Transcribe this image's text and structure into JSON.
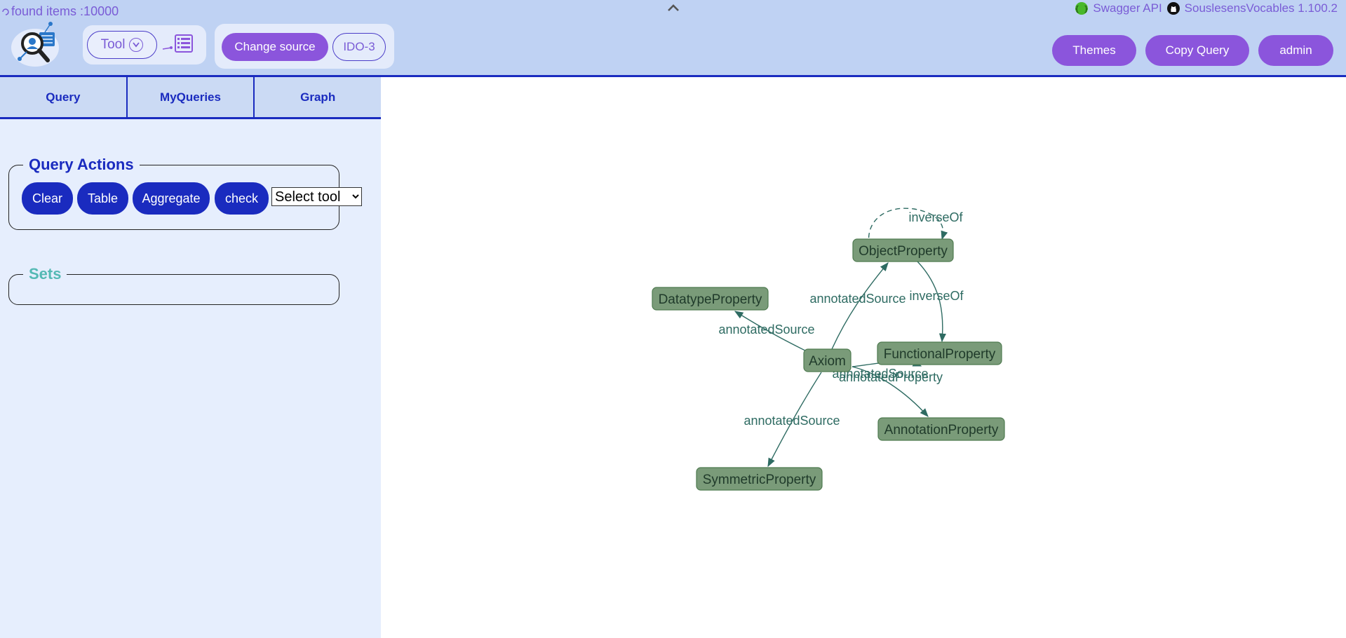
{
  "header": {
    "found_items": "found items :10000",
    "swagger_label": "Swagger API",
    "app_version": "SouslesensVocables 1.100.2",
    "tool_label": "Tool",
    "change_source_label": "Change source",
    "source_name": "IDO-3",
    "themes_label": "Themes",
    "copy_query_label": "Copy Query",
    "admin_label": "admin"
  },
  "tabs": [
    {
      "label": "Query"
    },
    {
      "label": "MyQueries"
    },
    {
      "label": "Graph"
    }
  ],
  "query_actions": {
    "legend": "Query Actions",
    "buttons": [
      {
        "label": "Clear"
      },
      {
        "label": "Table"
      },
      {
        "label": "Aggregate"
      },
      {
        "label": "check"
      }
    ],
    "select_value": "Select tool"
  },
  "sets": {
    "legend": "Sets"
  },
  "graph": {
    "nodes": [
      {
        "id": "ObjectProperty",
        "label": "ObjectProperty"
      },
      {
        "id": "DatatypeProperty",
        "label": "DatatypeProperty"
      },
      {
        "id": "FunctionalProperty",
        "label": "FunctionalProperty"
      },
      {
        "id": "Axiom",
        "label": "Axiom"
      },
      {
        "id": "AnnotationProperty",
        "label": "AnnotationProperty"
      },
      {
        "id": "SymmetricProperty",
        "label": "SymmetricProperty"
      }
    ],
    "edges": [
      {
        "from": "ObjectProperty",
        "to": "ObjectProperty",
        "label": "inverseOf"
      },
      {
        "from": "ObjectProperty",
        "to": "FunctionalProperty",
        "label": "inverseOf"
      },
      {
        "from": "Axiom",
        "to": "ObjectProperty",
        "label": "annotatedSource"
      },
      {
        "from": "Axiom",
        "to": "DatatypeProperty",
        "label": "annotatedSource"
      },
      {
        "from": "Axiom",
        "to": "FunctionalProperty",
        "label": "annotatedSource"
      },
      {
        "from": "Axiom",
        "to": "AnnotationProperty",
        "label": "annotatedProperty"
      },
      {
        "from": "Axiom",
        "to": "SymmetricProperty",
        "label": "annotatedSource"
      }
    ]
  },
  "colors": {
    "accent_purple": "#8b55dc",
    "primary_blue": "#1a2bbf",
    "header_bg": "#bfd2f3",
    "panel_bg": "#e6eefd",
    "node_fill": "#7a9b79",
    "edge_color": "#2e6b62",
    "sets_legend": "#54b9b4"
  }
}
